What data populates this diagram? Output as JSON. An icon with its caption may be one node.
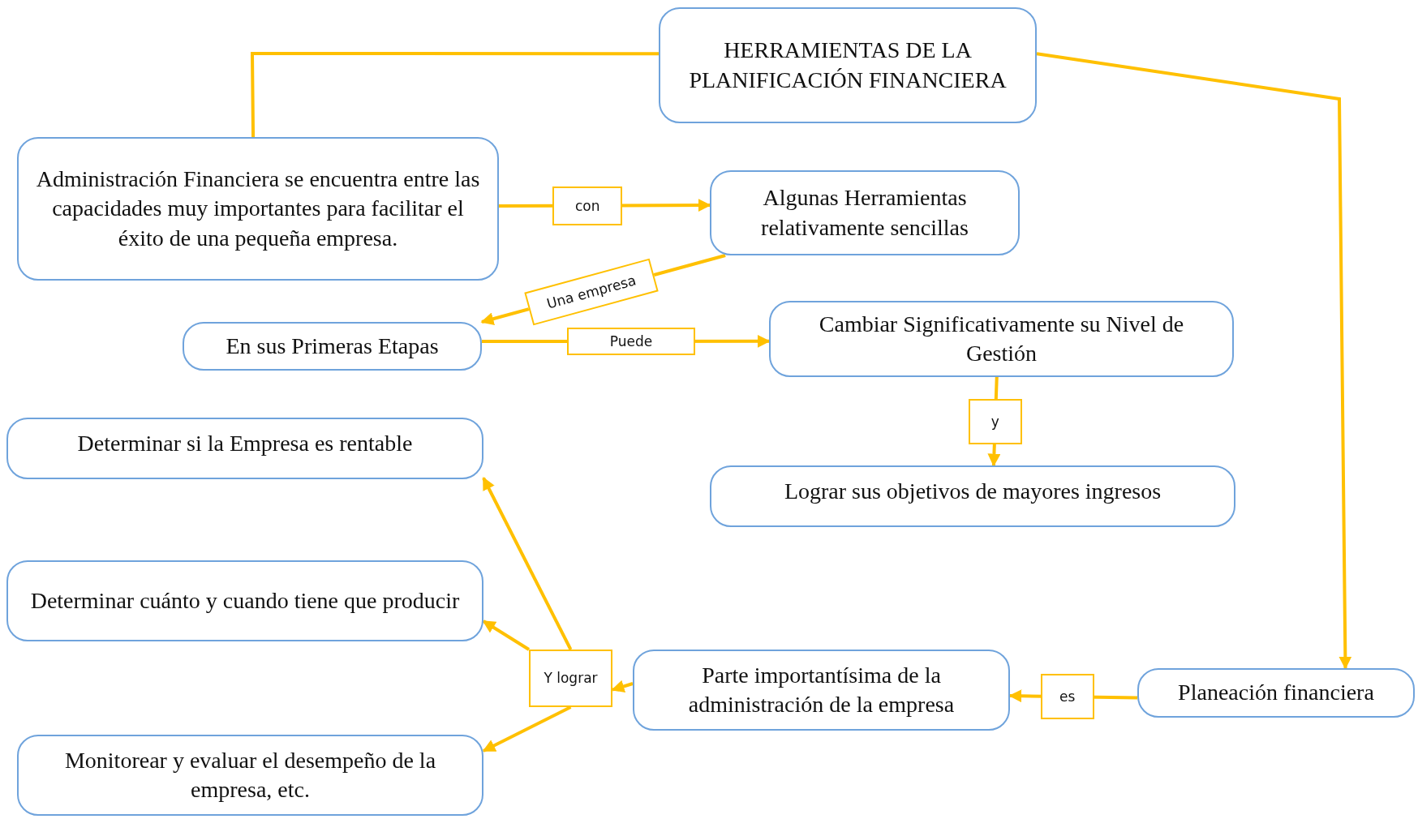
{
  "diagram": {
    "nodes": [
      {
        "text": [
          "HERRAMIENTAS DE LA PLANIFICACIÓN FINANCIERA"
        ]
      },
      {
        "text": [
          "Administración Financiera se encuentra entre las capacidades muy importantes para facilitar el éxito de una pequeña empresa."
        ]
      },
      {
        "text": [
          "Algunas Herramientas relativamente sencillas"
        ]
      },
      {
        "text": [
          "En sus Primeras Etapas"
        ]
      },
      {
        "text": [
          "Cambiar Significativamente su Nivel de Gestión"
        ]
      },
      {
        "text": [
          "Lograr sus objetivos de mayores ingresos"
        ]
      },
      {
        "text": [
          "Determinar  si la Empresa es rentable"
        ]
      },
      {
        "text": [
          "Determinar cuánto y cuando tiene que producir"
        ]
      },
      {
        "text": [
          "Monitorear y evaluar el desempeño de la empresa, etc."
        ]
      },
      {
        "text": [
          "Y lograr"
        ]
      },
      {
        "text": [
          "Parte importantísima de la administración de la empresa"
        ]
      },
      {
        "text": [
          "Planeación financiera"
        ]
      }
    ],
    "edges": [
      {
        "from": 0,
        "to": 1,
        "arrow": "none"
      },
      {
        "from": 0,
        "to": 11,
        "arrow": "to"
      },
      {
        "from": 1,
        "to": 2,
        "arrow": "to",
        "label": "con"
      },
      {
        "from": 2,
        "to": 3,
        "arrow": "to",
        "label": "Una empresa"
      },
      {
        "from": 3,
        "to": 4,
        "arrow": "to",
        "label": "Puede"
      },
      {
        "from": 4,
        "to": 5,
        "arrow": "to",
        "label": "y"
      },
      {
        "from": 11,
        "to": 10,
        "arrow": "to",
        "label": "es"
      },
      {
        "from": 10,
        "to": 9,
        "arrow": "to"
      },
      {
        "from": 9,
        "to": 6,
        "arrow": "to"
      },
      {
        "from": 9,
        "to": 7,
        "arrow": "to"
      },
      {
        "from": 9,
        "to": 8,
        "arrow": "to"
      }
    ]
  }
}
